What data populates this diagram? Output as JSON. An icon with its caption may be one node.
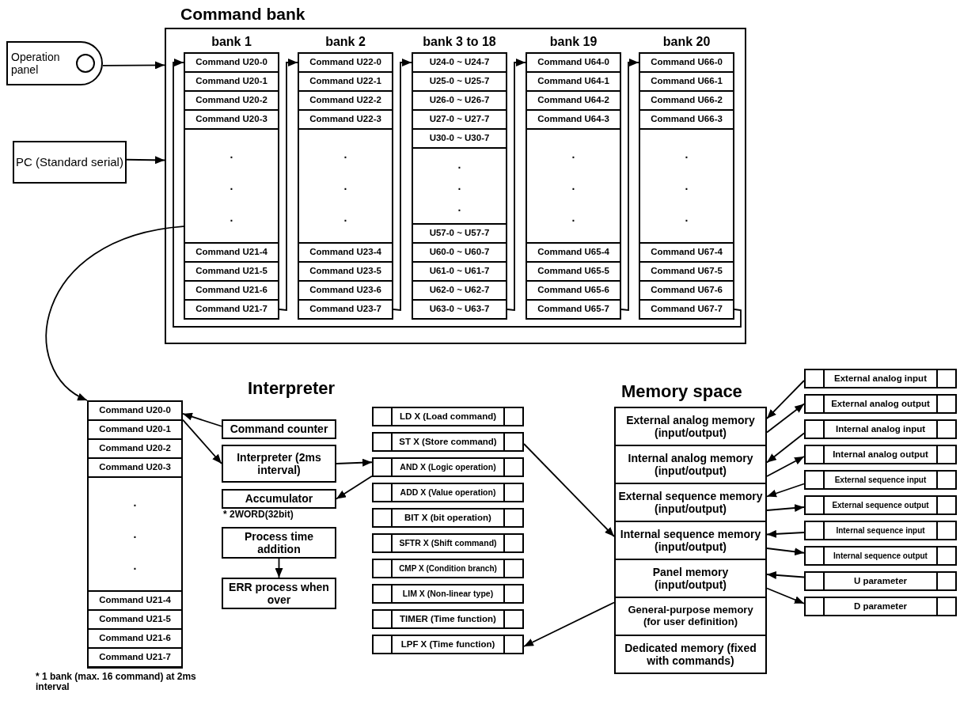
{
  "diagram": {
    "nodes": [
      {
        "text": [
          "Operation panel"
        ]
      },
      {
        "text": [
          "PC (Standard serial)"
        ]
      },
      {
        "text": [
          "Command bank"
        ]
      },
      {
        "text": [
          "bank 1"
        ],
        "in": 2
      },
      {
        "text": [
          "Command U20-0"
        ],
        "in": 3
      },
      {
        "text": [
          "Command U20-1"
        ],
        "in": 3
      },
      {
        "text": [
          "Command U20-2"
        ],
        "in": 3
      },
      {
        "text": [
          "Command U20-3"
        ],
        "in": 3
      },
      {
        "text": [
          ".",
          ".",
          "."
        ],
        "in": 3
      },
      {
        "text": [
          "Command U21-4"
        ],
        "in": 3
      },
      {
        "text": [
          "Command U21-5"
        ],
        "in": 3
      },
      {
        "text": [
          "Command U21-6"
        ],
        "in": 3
      },
      {
        "text": [
          "Command U21-7"
        ],
        "in": 3
      },
      {
        "text": [
          "bank 2"
        ],
        "in": 2
      },
      {
        "text": [
          "Command U22-0"
        ],
        "in": 13
      },
      {
        "text": [
          "Command U22-1"
        ],
        "in": 13
      },
      {
        "text": [
          "Command U22-2"
        ],
        "in": 13
      },
      {
        "text": [
          "Command U22-3"
        ],
        "in": 13
      },
      {
        "text": [
          ".",
          ".",
          "."
        ],
        "in": 13
      },
      {
        "text": [
          "Command U23-4"
        ],
        "in": 13
      },
      {
        "text": [
          "Command U23-5"
        ],
        "in": 13
      },
      {
        "text": [
          "Command U23-6"
        ],
        "in": 13
      },
      {
        "text": [
          "Command U23-7"
        ],
        "in": 13
      },
      {
        "text": [
          "bank 3 to 18"
        ],
        "in": 2
      },
      {
        "text": [
          "U24-0 ~ U24-7"
        ],
        "in": 23
      },
      {
        "text": [
          "U25-0 ~ U25-7"
        ],
        "in": 23
      },
      {
        "text": [
          "U26-0 ~ U26-7"
        ],
        "in": 23
      },
      {
        "text": [
          "U27-0 ~ U27-7"
        ],
        "in": 23
      },
      {
        "text": [
          "U30-0 ~ U30-7"
        ],
        "in": 23
      },
      {
        "text": [
          ".",
          ".",
          "."
        ],
        "in": 23
      },
      {
        "text": [
          "U57-0 ~ U57-7"
        ],
        "in": 23
      },
      {
        "text": [
          "U60-0 ~ U60-7"
        ],
        "in": 23
      },
      {
        "text": [
          "U61-0 ~ U61-7"
        ],
        "in": 23
      },
      {
        "text": [
          "U62-0 ~ U62-7"
        ],
        "in": 23
      },
      {
        "text": [
          "U63-0 ~ U63-7"
        ],
        "in": 23
      },
      {
        "text": [
          "bank 19"
        ],
        "in": 2
      },
      {
        "text": [
          "Command U64-0"
        ],
        "in": 35
      },
      {
        "text": [
          "Command U64-1"
        ],
        "in": 35
      },
      {
        "text": [
          "Command U64-2"
        ],
        "in": 35
      },
      {
        "text": [
          "Command U64-3"
        ],
        "in": 35
      },
      {
        "text": [
          ".",
          ".",
          "."
        ],
        "in": 35
      },
      {
        "text": [
          "Command U65-4"
        ],
        "in": 35
      },
      {
        "text": [
          "Command U65-5"
        ],
        "in": 35
      },
      {
        "text": [
          "Command U65-6"
        ],
        "in": 35
      },
      {
        "text": [
          "Command U65-7"
        ],
        "in": 35
      },
      {
        "text": [
          "bank 20"
        ],
        "in": 2
      },
      {
        "text": [
          "Command U66-0"
        ],
        "in": 45
      },
      {
        "text": [
          "Command U66-1"
        ],
        "in": 45
      },
      {
        "text": [
          "Command U66-2"
        ],
        "in": 45
      },
      {
        "text": [
          "Command U66-3"
        ],
        "in": 45
      },
      {
        "text": [
          ".",
          ".",
          "."
        ],
        "in": 45
      },
      {
        "text": [
          "Command U67-4"
        ],
        "in": 45
      },
      {
        "text": [
          "Command U67-5"
        ],
        "in": 45
      },
      {
        "text": [
          "Command U67-6"
        ],
        "in": 45
      },
      {
        "text": [
          "Command U67-7"
        ],
        "in": 45
      },
      {
        "text": [],
        "shape": "box",
        "beside": [
          "* 1 bank (max. 16 command) at 2ms interval"
        ]
      },
      {
        "text": [
          "Command U20-0"
        ],
        "in": 55
      },
      {
        "text": [
          "Command U20-1"
        ],
        "in": 55
      },
      {
        "text": [
          "Command U20-2"
        ],
        "in": 55
      },
      {
        "text": [
          "Command U20-3"
        ],
        "in": 55
      },
      {
        "text": [
          ".",
          ".",
          "."
        ],
        "in": 55
      },
      {
        "text": [
          "Command U21-4"
        ],
        "in": 55
      },
      {
        "text": [
          "Command U21-5"
        ],
        "in": 55
      },
      {
        "text": [
          "Command U21-6"
        ],
        "in": 55
      },
      {
        "text": [
          "Command U21-7"
        ],
        "in": 55
      },
      {
        "text": [
          "Command counter"
        ]
      },
      {
        "text": [
          "Interpreter (2ms interval)"
        ]
      },
      {
        "text": [
          "Accumulator"
        ],
        "beside": [
          "* 2WORD(32bit)"
        ]
      },
      {
        "text": [
          "Process time addition"
        ]
      },
      {
        "text": [
          "ERR process when over"
        ]
      },
      {
        "text": [
          "LD X (Load command)"
        ]
      },
      {
        "text": [
          "ST X (Store command)"
        ]
      },
      {
        "text": [
          "AND X (Logic operation)"
        ]
      },
      {
        "text": [
          "ADD X (Value operation)"
        ]
      },
      {
        "text": [
          "BIT X (bit operation)"
        ]
      },
      {
        "text": [
          "SFTR X (Shift command)"
        ]
      },
      {
        "text": [
          "CMP X (Condition branch)"
        ]
      },
      {
        "text": [
          "LIM X (Non-linear type)"
        ]
      },
      {
        "text": [
          "TIMER (Time function)"
        ]
      },
      {
        "text": [
          "LPF X (Time function)"
        ]
      },
      {
        "text": [
          "Memory space"
        ]
      },
      {
        "text": [
          "External analog memory (input/output)"
        ],
        "in": 80
      },
      {
        "text": [
          "Internal analog memory (input/output)"
        ],
        "in": 80
      },
      {
        "text": [
          "External sequence memory (input/output)"
        ],
        "in": 80
      },
      {
        "text": [
          "Internal sequence memory (input/output)"
        ],
        "in": 80
      },
      {
        "text": [
          "Panel memory (input/output)"
        ],
        "in": 80
      },
      {
        "text": [
          "General-purpose memory (for user definition)"
        ],
        "in": 80
      },
      {
        "text": [
          "Dedicated memory (fixed with commands)"
        ],
        "in": 80
      },
      {
        "text": [
          "External analog input"
        ]
      },
      {
        "text": [
          "External analog output"
        ]
      },
      {
        "text": [
          "Internal analog input"
        ]
      },
      {
        "text": [
          "Internal analog output"
        ]
      },
      {
        "text": [
          "External sequence input"
        ]
      },
      {
        "text": [
          "External sequence output"
        ]
      },
      {
        "text": [
          "Internal sequence input"
        ]
      },
      {
        "text": [
          "Internal sequence output"
        ]
      },
      {
        "text": [
          "U parameter"
        ]
      },
      {
        "text": [
          "D parameter"
        ]
      }
    ],
    "edges": [
      {
        "from": 0,
        "to": 2,
        "arrow": "to"
      },
      {
        "from": 1,
        "to": 2,
        "arrow": "to"
      },
      {
        "from": 12,
        "to": 14,
        "arrow": "to"
      },
      {
        "from": 22,
        "to": 24,
        "arrow": "to"
      },
      {
        "from": 34,
        "to": 36,
        "arrow": "to"
      },
      {
        "from": 44,
        "to": 46,
        "arrow": "to"
      },
      {
        "from": 54,
        "to": 4,
        "arrow": "to"
      },
      {
        "from": 8,
        "to": 55,
        "arrow": "to"
      },
      {
        "from": 65,
        "to": 56,
        "arrow": "to"
      },
      {
        "from": 56,
        "to": 66,
        "arrow": "to"
      },
      {
        "from": 66,
        "to": 72,
        "arrow": "to"
      },
      {
        "from": 72,
        "to": 67,
        "arrow": "to"
      },
      {
        "from": 68,
        "to": 69,
        "arrow": "to"
      },
      {
        "from": 71,
        "to": 84,
        "arrow": "to"
      },
      {
        "from": 86,
        "to": 79,
        "arrow": "to"
      },
      {
        "from": 88,
        "to": 81,
        "arrow": "to"
      },
      {
        "from": 81,
        "to": 89,
        "arrow": "to"
      },
      {
        "from": 90,
        "to": 82,
        "arrow": "to"
      },
      {
        "from": 82,
        "to": 91,
        "arrow": "to"
      },
      {
        "from": 92,
        "to": 83,
        "arrow": "to"
      },
      {
        "from": 83,
        "to": 93,
        "arrow": "to"
      },
      {
        "from": 94,
        "to": 84,
        "arrow": "to"
      },
      {
        "from": 84,
        "to": 95,
        "arrow": "to"
      },
      {
        "from": 96,
        "to": 85,
        "arrow": "to"
      },
      {
        "from": 85,
        "to": 97,
        "arrow": "to"
      }
    ],
    "labels": [
      "Interpreter"
    ]
  }
}
